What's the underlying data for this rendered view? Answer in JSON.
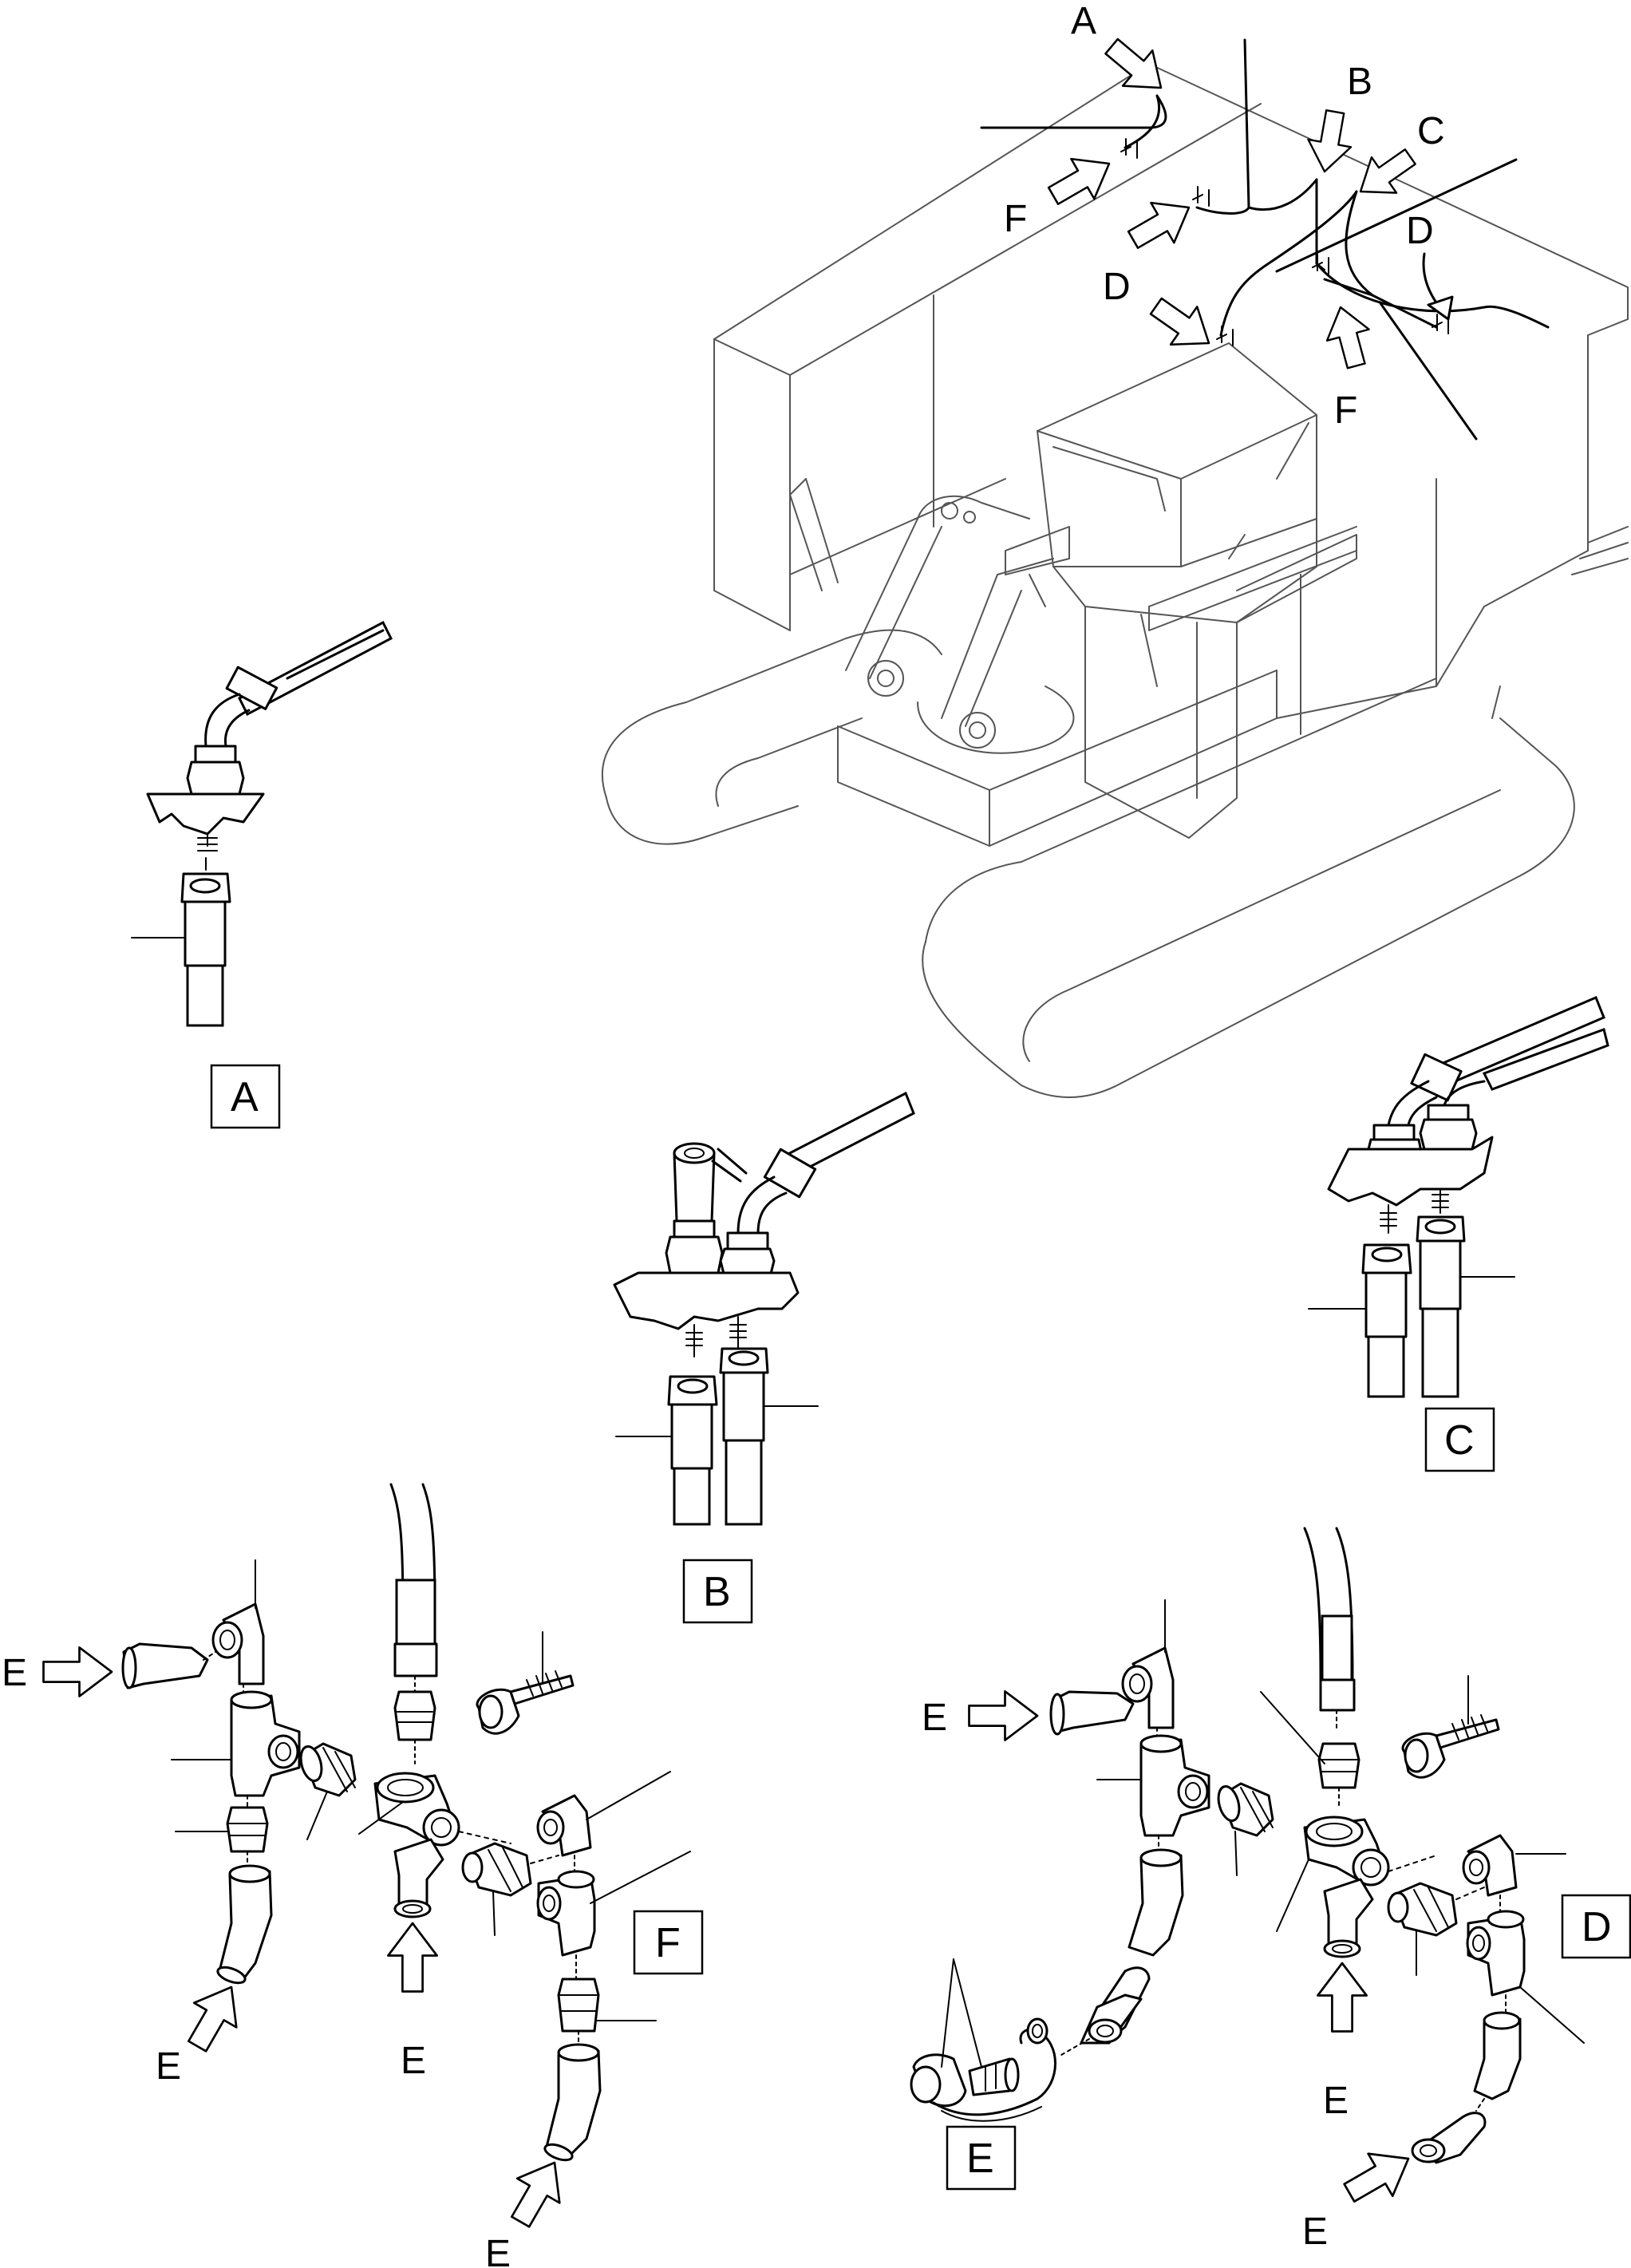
{
  "figure": {
    "overview_labels": {
      "a": "A",
      "b": "B",
      "c": "C",
      "d1": "D",
      "d2": "D",
      "f1": "F",
      "f2": "F"
    },
    "detail_boxes": {
      "a": "A",
      "b": "B",
      "c": "C",
      "d": "D",
      "e": "E",
      "f": "F"
    },
    "detail_f_arrows": [
      "E",
      "E",
      "E",
      "E"
    ],
    "detail_d_arrows": [
      "E",
      "E",
      "E"
    ]
  }
}
